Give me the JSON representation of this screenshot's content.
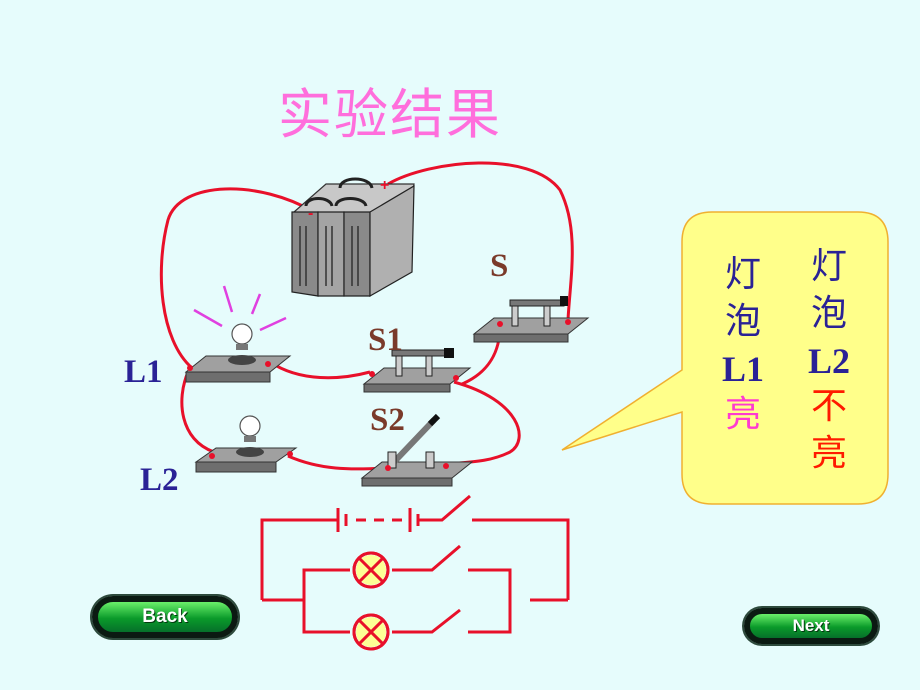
{
  "title": "实验结果",
  "labels": {
    "switch_s": "S",
    "switch_s1": "S1",
    "switch_s2": "S2",
    "lamp_l1": "L1",
    "lamp_l2": "L2",
    "plus_sign": "+",
    "minus_sign": "-"
  },
  "bubble": {
    "left_column": [
      "灯",
      "泡",
      "L1",
      "亮"
    ],
    "right_column": [
      "灯",
      "泡",
      "L2",
      "不",
      "亮"
    ]
  },
  "nav": {
    "back_label": "Back",
    "next_label": "Next"
  },
  "colors": {
    "background": "#e6fcfc",
    "title": "#ff6edc",
    "wire": "#e8102a",
    "bubble_fill": "#ffff8a",
    "label_blue": "#2a2296",
    "label_brown": "#7a3a2a",
    "lit_text": "#ff3ad0",
    "unlit_text": "#ff1a00"
  }
}
